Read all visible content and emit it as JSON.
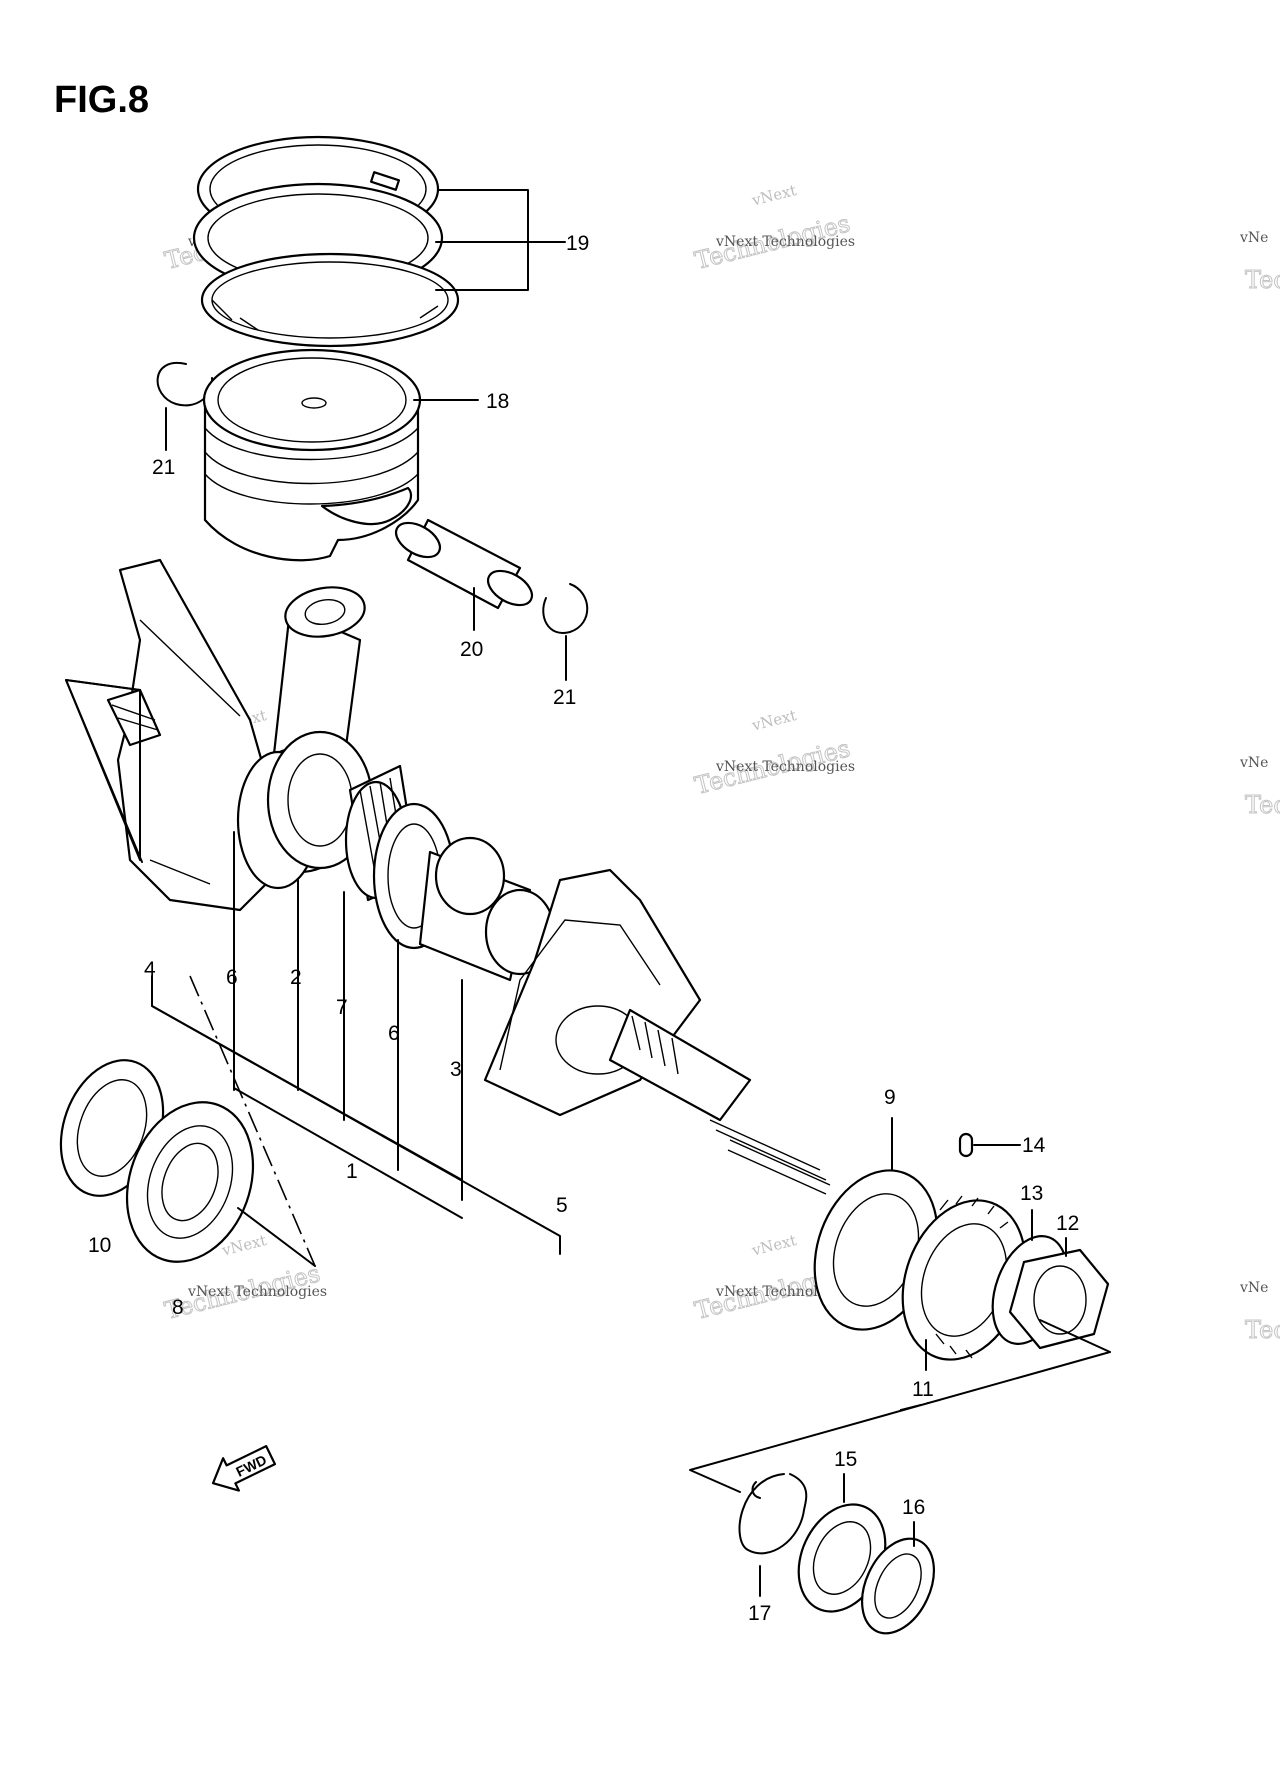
{
  "figure": {
    "title": "FIG.8"
  },
  "callouts": [
    {
      "id": "c1",
      "text": "1"
    },
    {
      "id": "c2",
      "text": "2"
    },
    {
      "id": "c3",
      "text": "3"
    },
    {
      "id": "c4",
      "text": "4"
    },
    {
      "id": "c5",
      "text": "5"
    },
    {
      "id": "c6a",
      "text": "6"
    },
    {
      "id": "c6b",
      "text": "6"
    },
    {
      "id": "c7",
      "text": "7"
    },
    {
      "id": "c8",
      "text": "8"
    },
    {
      "id": "c9",
      "text": "9"
    },
    {
      "id": "c10",
      "text": "10"
    },
    {
      "id": "c11",
      "text": "11"
    },
    {
      "id": "c12",
      "text": "12"
    },
    {
      "id": "c13",
      "text": "13"
    },
    {
      "id": "c14",
      "text": "14"
    },
    {
      "id": "c15",
      "text": "15"
    },
    {
      "id": "c16",
      "text": "16"
    },
    {
      "id": "c17",
      "text": "17"
    },
    {
      "id": "c18",
      "text": "18"
    },
    {
      "id": "c19",
      "text": "19"
    },
    {
      "id": "c20",
      "text": "20"
    },
    {
      "id": "c21a",
      "text": "21"
    },
    {
      "id": "c21b",
      "text": "21"
    }
  ],
  "fwd_arrow": {
    "label": "FWD"
  },
  "watermark": {
    "line_small": "vNext",
    "line_main": "vNext Technologies",
    "line_outline": "Technologies"
  }
}
